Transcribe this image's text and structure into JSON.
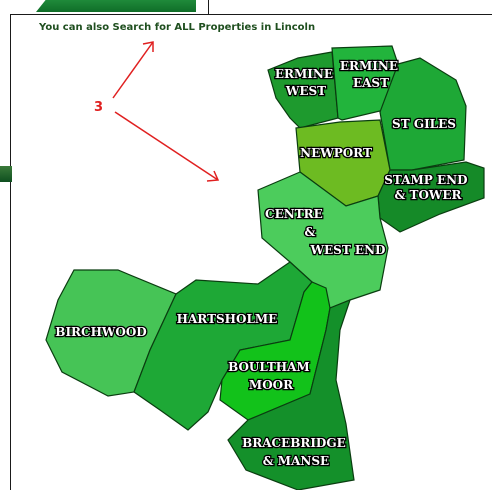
{
  "header": {
    "search_all_link": "You can also Search for ALL Properties in Lincoln"
  },
  "annotation": {
    "number": "3",
    "color": "#e02020"
  },
  "regions": [
    {
      "id": "ermine-west",
      "lines": [
        "ERMINE",
        "WEST"
      ],
      "color": "#1e9a2e"
    },
    {
      "id": "ermine-east",
      "lines": [
        "ERMINE",
        "EAST"
      ],
      "color": "#22b43c"
    },
    {
      "id": "st-giles",
      "lines": [
        "ST GILES"
      ],
      "color": "#1ea836"
    },
    {
      "id": "newport",
      "lines": [
        "NEWPORT"
      ],
      "color": "#6dbb22"
    },
    {
      "id": "stamp-end-tower",
      "lines": [
        "STAMP END",
        "& TOWER"
      ],
      "color": "#158a28"
    },
    {
      "id": "centre-west-end",
      "lines": [
        "CENTRE",
        "&",
        "WEST END"
      ],
      "color": "#4ccc5c"
    },
    {
      "id": "birchwood",
      "lines": [
        "BIRCHWOOD"
      ],
      "color": "#46c456"
    },
    {
      "id": "hartsholme",
      "lines": [
        "HARTSHOLME"
      ],
      "color": "#1ea836"
    },
    {
      "id": "boultham-moor",
      "lines": [
        "BOULTHAM",
        "MOOR"
      ],
      "color": "#12c21a"
    },
    {
      "id": "bracebridge-manse",
      "lines": [
        "BRACEBRIDGE",
        "& MANSE"
      ],
      "color": "#14902a"
    }
  ]
}
